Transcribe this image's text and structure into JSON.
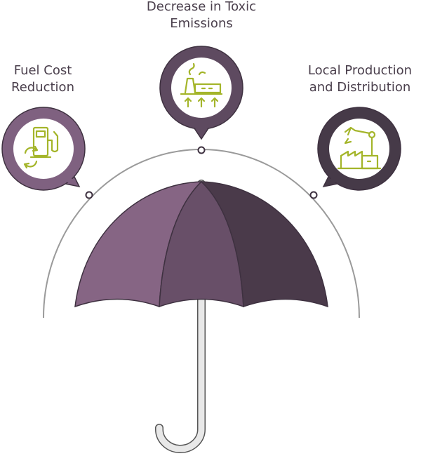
{
  "benefits": [
    {
      "line1": "Fuel Cost",
      "line2": "Reduction",
      "icon": "fuel-pump-recycle-icon",
      "color": "#7f6180"
    },
    {
      "line1": "Decrease in Toxic",
      "line2": "Emissions",
      "icon": "factory-emissions-icon",
      "color": "#5e4a60"
    },
    {
      "line1": "Local Production",
      "line2": "and Distribution",
      "icon": "robotic-factory-icon",
      "color": "#463a48"
    }
  ],
  "colors": {
    "umbrella_left": "#866584",
    "umbrella_mid": "#684f68",
    "umbrella_right": "#4a3a4a",
    "icon_accent": "#a4b52a",
    "arc": "#9a9a9a",
    "handle": "#e6e6e6"
  }
}
